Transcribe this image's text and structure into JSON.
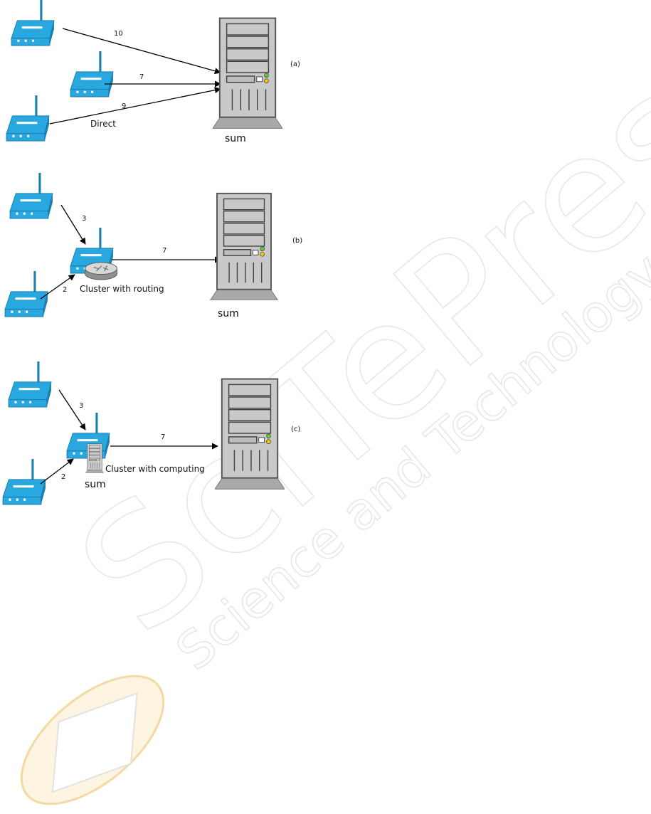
{
  "watermark": {
    "brand": "SciTePress",
    "tagline": "Science and Technology Publications",
    "colors": {
      "outline": "#e7e7e7",
      "logo_fill": "#fdf4e1",
      "logo_stroke": "#f3d9a3"
    }
  },
  "colors": {
    "router_fill": "#29a8e0",
    "router_dark": "#1b7fb0",
    "router_light": "#ffffff",
    "server_body": "#c9c9c9",
    "server_outline": "#555555",
    "server_base": "#a9a9a9",
    "arrow": "#000000",
    "led_green": "#66cc33",
    "led_yellow": "#ffcc00"
  },
  "panels": [
    {
      "tag": "(a)",
      "aggregate_label": "sum",
      "links": [
        {
          "label": "10"
        },
        {
          "label": "7"
        },
        {
          "label": "9"
        }
      ],
      "caption": "Direct"
    },
    {
      "tag": "(b)",
      "aggregate_label": "sum",
      "links": [
        {
          "label": "3"
        },
        {
          "label": "2"
        },
        {
          "label": "7"
        }
      ],
      "caption": "Cluster with routing"
    },
    {
      "tag": "(c)",
      "aggregate_label": "sum",
      "links": [
        {
          "label": "3"
        },
        {
          "label": "2"
        },
        {
          "label": "7"
        }
      ],
      "caption": "Cluster with computing",
      "cluster_label": "sum"
    }
  ]
}
